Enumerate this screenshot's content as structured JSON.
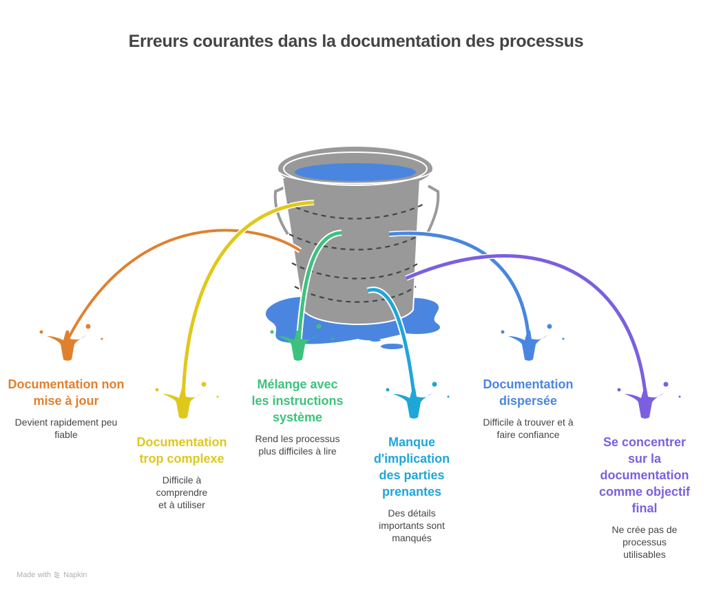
{
  "title": "Erreurs courantes dans la documentation des processus",
  "colors": {
    "bucket": "#999999",
    "water": "#4A86E0",
    "dash": "#444444"
  },
  "items": [
    {
      "title": "Documentation non mise à jour",
      "description": "Devient rapidement peu fiable",
      "color": "#E0802F"
    },
    {
      "title": "Documentation trop complexe",
      "description": "Difficile à comprendre et à utiliser",
      "color": "#E0C81A"
    },
    {
      "title": "Mélange avec les instructions système",
      "description": "Rend les processus plus difficiles à lire",
      "color": "#3CC27C"
    },
    {
      "title": "Manque d'implication des parties prenantes",
      "description": "Des détails importants sont manqués",
      "color": "#1FA6D9"
    },
    {
      "title": "Documentation dispersée",
      "description": "Difficile à trouver et à faire confiance",
      "color": "#4A86E0"
    },
    {
      "title": "Se concentrer sur la documentation comme objectif final",
      "description": "Ne crée pas de processus utilisables",
      "color": "#7B5FE0"
    }
  ],
  "footer": {
    "made_with": "Made with",
    "brand": "Napkin"
  }
}
